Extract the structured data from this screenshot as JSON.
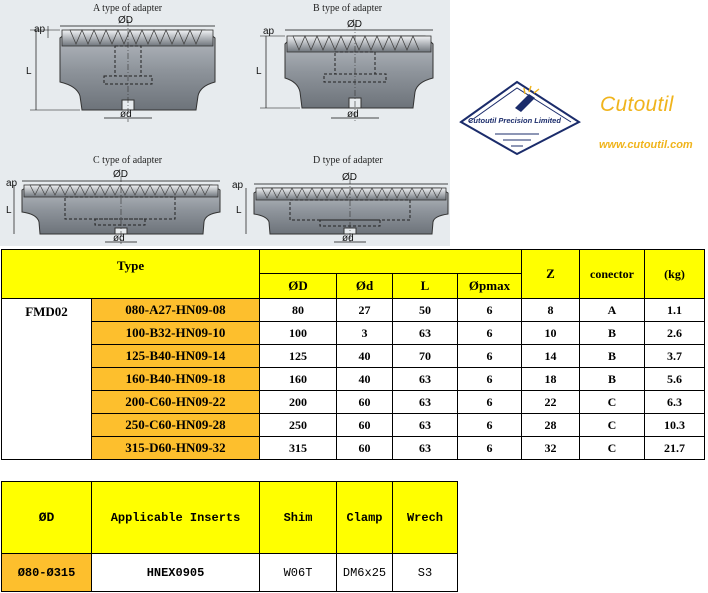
{
  "drawings": {
    "type_a": "A type of adapter",
    "type_b": "B type of adapter",
    "type_c": "C type of adapter",
    "type_d": "D type of adapter",
    "dim_D": "ØD",
    "dim_d": "ød",
    "dim_ap": "ap",
    "dim_L": "L"
  },
  "brand": {
    "tagline": "Cutoutil Precision Limited",
    "name": "Cutoutil",
    "url": "www.cutoutil.com",
    "accent_color": "#f0b41c",
    "logo_color": "#1b2c6b"
  },
  "spec_table": {
    "header": {
      "type": "Type",
      "od": "ØD",
      "id": "Ød",
      "length": "L",
      "apmax": "Øpmax",
      "z": "Z",
      "connector": "conector",
      "kg": "(kg)"
    },
    "series": "FMD02",
    "rows": [
      {
        "code": "080-A27-HN09-08",
        "od": "80",
        "id": "27",
        "length": "50",
        "apmax": "6",
        "z": "8",
        "connector": "A",
        "kg": "1.1"
      },
      {
        "code": "100-B32-HN09-10",
        "od": "100",
        "id": "3",
        "length": "63",
        "apmax": "6",
        "z": "10",
        "connector": "B",
        "kg": "2.6"
      },
      {
        "code": "125-B40-HN09-14",
        "od": "125",
        "id": "40",
        "length": "70",
        "apmax": "6",
        "z": "14",
        "connector": "B",
        "kg": "3.7"
      },
      {
        "code": "160-B40-HN09-18",
        "od": "160",
        "id": "40",
        "length": "63",
        "apmax": "6",
        "z": "18",
        "connector": "B",
        "kg": "5.6"
      },
      {
        "code": "200-C60-HN09-22",
        "od": "200",
        "id": "60",
        "length": "63",
        "apmax": "6",
        "z": "22",
        "connector": "C",
        "kg": "6.3"
      },
      {
        "code": "250-C60-HN09-28",
        "od": "250",
        "id": "60",
        "length": "63",
        "apmax": "6",
        "z": "28",
        "connector": "C",
        "kg": "10.3"
      },
      {
        "code": "315-D60-HN09-32",
        "od": "315",
        "id": "60",
        "length": "63",
        "apmax": "6",
        "z": "32",
        "connector": "C",
        "kg": "21.7"
      }
    ]
  },
  "insert_table": {
    "header": {
      "od": "ØD",
      "inserts": "Applicable Inserts",
      "shim": "Shim",
      "clamp": "Clamp",
      "wrench": "Wrech"
    },
    "row": {
      "od": "Ø80-Ø315",
      "inserts": "HNEX0905",
      "shim": "W06T",
      "clamp": "DM6x25",
      "wrench": "S3"
    }
  },
  "colors": {
    "header_yellow": "#ffff00",
    "code_orange": "#fdbf2d",
    "drawing_bg": "#e7ebee"
  }
}
